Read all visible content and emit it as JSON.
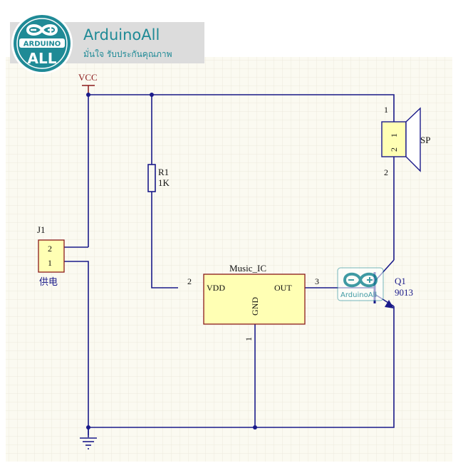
{
  "brand": {
    "name": "ArduinoAll",
    "tagline": "มั่นใจ  รับประกันคุณภาพ",
    "logo_top": "ARDUINO",
    "logo_bottom": "ALL"
  },
  "watermark": {
    "text": "ArduinoAll"
  },
  "power": {
    "vcc_label": "VCC"
  },
  "resistor": {
    "ref": "R1",
    "value": "1K"
  },
  "connector": {
    "ref": "J1",
    "pin_top": "2",
    "pin_bottom": "1",
    "label": "供电"
  },
  "ic": {
    "name": "Music_IC",
    "pin_vdd_label": "VDD",
    "pin_out_label": "OUT",
    "pin_gnd_label": "GND",
    "pin_vdd_num": "2",
    "pin_out_num": "3",
    "pin_gnd_num": "1"
  },
  "speaker": {
    "ref": "SP",
    "pin_top": "1",
    "pin_bottom": "2",
    "body_pin_a": "2",
    "body_pin_b": "1"
  },
  "transistor": {
    "ref": "Q1",
    "part": "9013"
  },
  "colors": {
    "wire": "#1a1a8a",
    "ic_fill": "#ffffb4",
    "ic_border": "#8b1a1a",
    "brand": "#1f8a96",
    "grid": "#ece9dd",
    "sheet": "#fbfaf1"
  }
}
